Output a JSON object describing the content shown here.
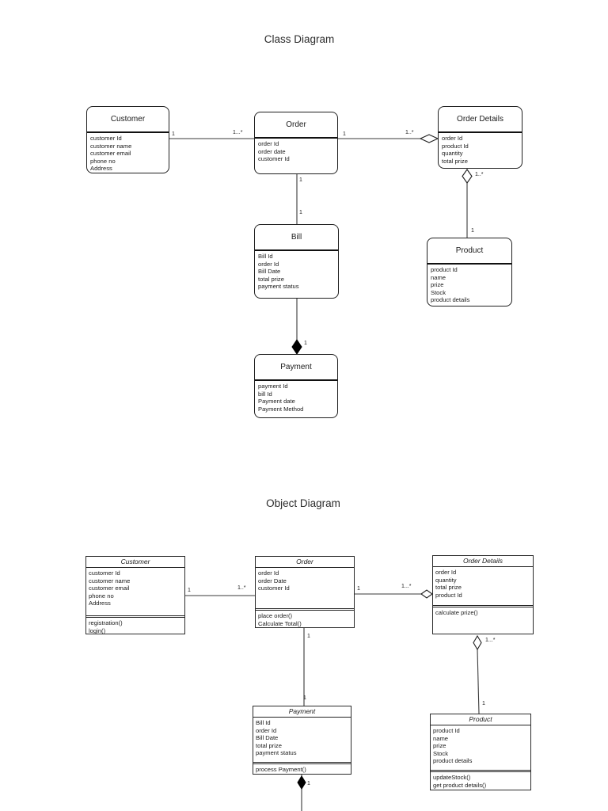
{
  "class_diagram": {
    "title": "Class Diagram",
    "classes": {
      "customer": {
        "name": "Customer",
        "attributes": [
          "customer Id",
          "customer name",
          "customer email",
          "phone no",
          "Address"
        ]
      },
      "order": {
        "name": "Order",
        "attributes": [
          "order Id",
          "order date",
          "customer Id"
        ]
      },
      "order_details": {
        "name": "Order Details",
        "attributes": [
          "order Id",
          "product Id",
          "quantity",
          "total prize"
        ]
      },
      "bill": {
        "name": "Bill",
        "attributes": [
          "Bill Id",
          "order Id",
          "Bill Date",
          "total prize",
          "payment status"
        ]
      },
      "payment": {
        "name": "Payment",
        "attributes": [
          "payment Id",
          "bill Id",
          "Payment date",
          "Payment Method"
        ]
      },
      "product": {
        "name": "Product",
        "attributes": [
          "product Id",
          "name",
          "prize",
          "Stock",
          "product details"
        ]
      }
    },
    "multiplicities": {
      "customer_order_1": "1",
      "customer_order_many": "1...*",
      "order_details_1": "1",
      "order_details_many": "1..*",
      "details_product_many": "1..*",
      "details_product_1": "1",
      "order_bill_top": "1",
      "order_bill_bottom": "1",
      "bill_payment_1": "1"
    }
  },
  "object_diagram": {
    "title": "Object Diagram",
    "classes": {
      "customer": {
        "name": "Customer",
        "attributes": [
          "customer Id",
          "customer name",
          "customer email",
          "phone no",
          "Address"
        ],
        "operations": [
          "registration()",
          "login()"
        ]
      },
      "order": {
        "name": "Order",
        "attributes": [
          "order Id",
          "order Date",
          "customer Id"
        ],
        "operations": [
          "place order()",
          "Calculate Total()"
        ]
      },
      "order_details": {
        "name": "Order Details",
        "attributes": [
          "order Id",
          "quantity",
          "total prize",
          "product Id"
        ],
        "operations": [
          "calculate prize()"
        ]
      },
      "payment": {
        "name": "Payment",
        "attributes": [
          "Bill Id",
          "order Id",
          "Bill Date",
          "total prize",
          "payment status"
        ],
        "operations": [
          "process Payment()"
        ]
      },
      "product": {
        "name": "Product",
        "attributes": [
          "product Id",
          "name",
          "prize",
          "Stock",
          "product details"
        ],
        "operations": [
          "updateStock()",
          "get product details()"
        ]
      }
    },
    "multiplicities": {
      "customer_order_1": "1",
      "customer_order_many": "1..*",
      "order_details_1": "1",
      "order_details_many": "1...*",
      "details_product_many": "1...*",
      "details_product_1": "1",
      "order_payment_top": "1",
      "order_payment_bottom": "1",
      "payment_composition_1": "1"
    }
  },
  "colors": {
    "line": "#3a3a3a",
    "box_border": "#1f1f1f",
    "background": "#ffffff"
  }
}
